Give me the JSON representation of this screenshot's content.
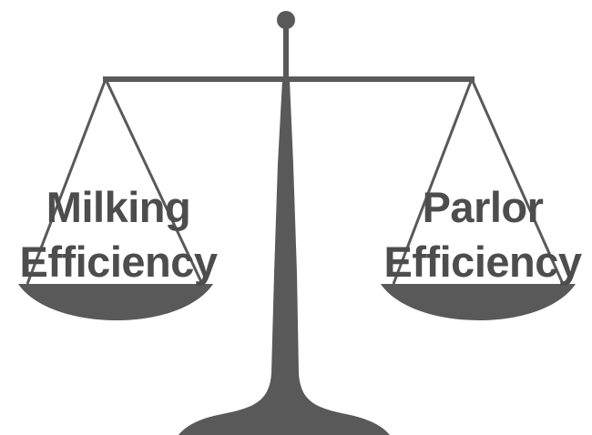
{
  "colors": {
    "scale": "#595959",
    "text": "#4d4d4d",
    "background": "#ffffff"
  },
  "left_pan": {
    "line1": "Milking",
    "line2": "Efficiency"
  },
  "right_pan": {
    "line1": "Parlor",
    "line2": "Efficiency"
  }
}
